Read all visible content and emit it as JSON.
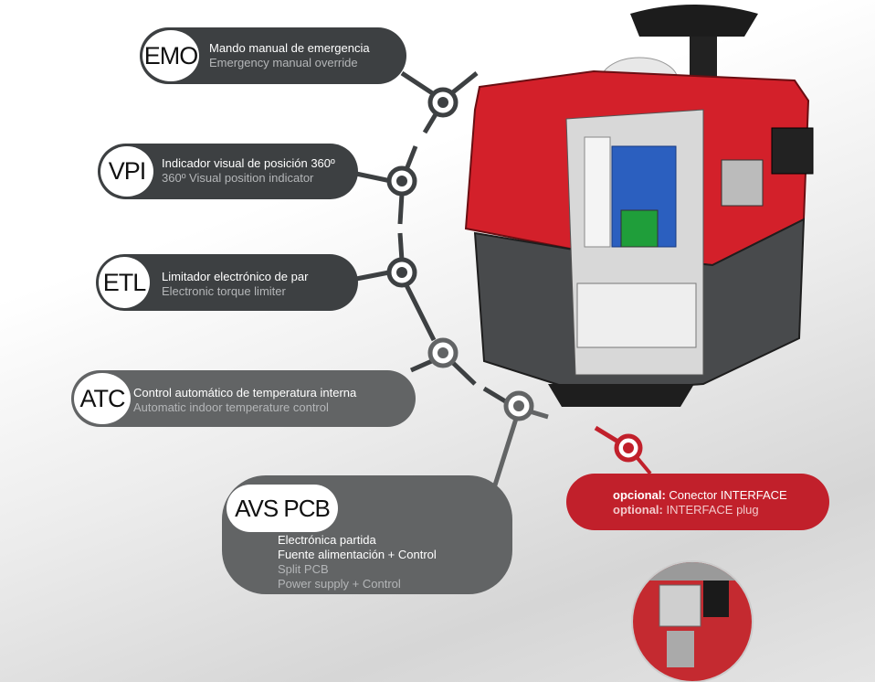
{
  "features": [
    {
      "code": "EMO",
      "es": "Mando manual de emergencia",
      "en": "Emergency manual override"
    },
    {
      "code": "VPI",
      "es": "Indicador visual de posición 360º",
      "en": "360º Visual position indicator"
    },
    {
      "code": "ETL",
      "es": "Limitador electrónico de par",
      "en": "Electronic torque limiter"
    },
    {
      "code": "ATC",
      "es": "Control automático de temperatura interna",
      "en": "Automatic indoor temperature control"
    },
    {
      "code": "AVS PCB",
      "es_lines": [
        "Electrónica partida",
        "Fuente alimentación + Control"
      ],
      "en_lines": [
        "Split PCB",
        "Power supply + Control"
      ]
    }
  ],
  "optional": {
    "es_label": "opcional:",
    "es": " Conector INTERFACE",
    "en_label": "optional:",
    "en": " INTERFACE plug"
  },
  "colors": {
    "accent": "#c1202b",
    "dark_pill": "#3d4042",
    "mid_pill": "#626465"
  }
}
